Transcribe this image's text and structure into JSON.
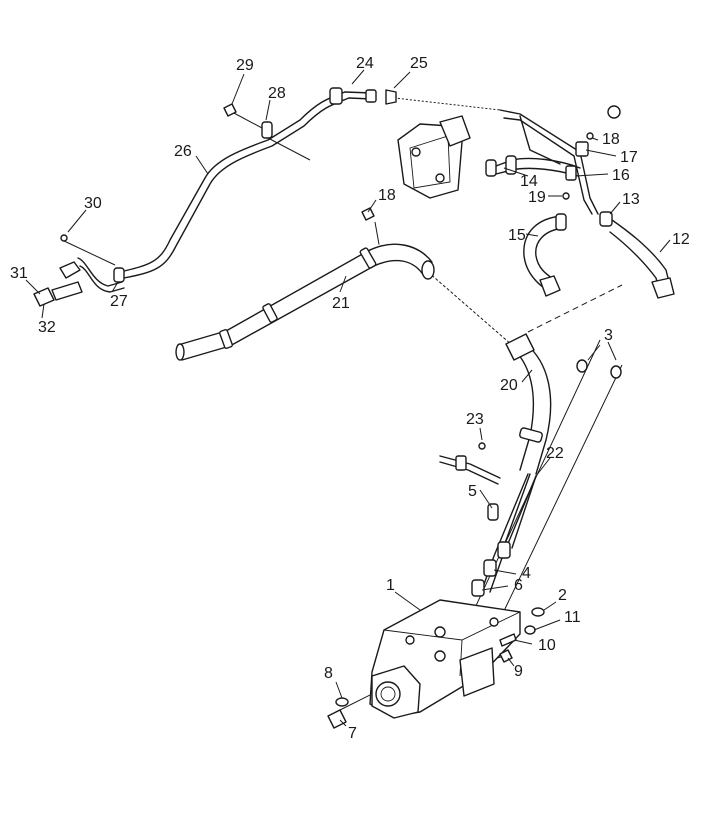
{
  "callouts": [
    "1",
    "2",
    "3",
    "4",
    "5",
    "6",
    "7",
    "8",
    "9",
    "10",
    "11",
    "12",
    "13",
    "14",
    "15",
    "16",
    "17",
    "18",
    "18",
    "19",
    "20",
    "21",
    "22",
    "23",
    "24",
    "25",
    "26",
    "27",
    "28",
    "29",
    "30",
    "31",
    "32"
  ]
}
